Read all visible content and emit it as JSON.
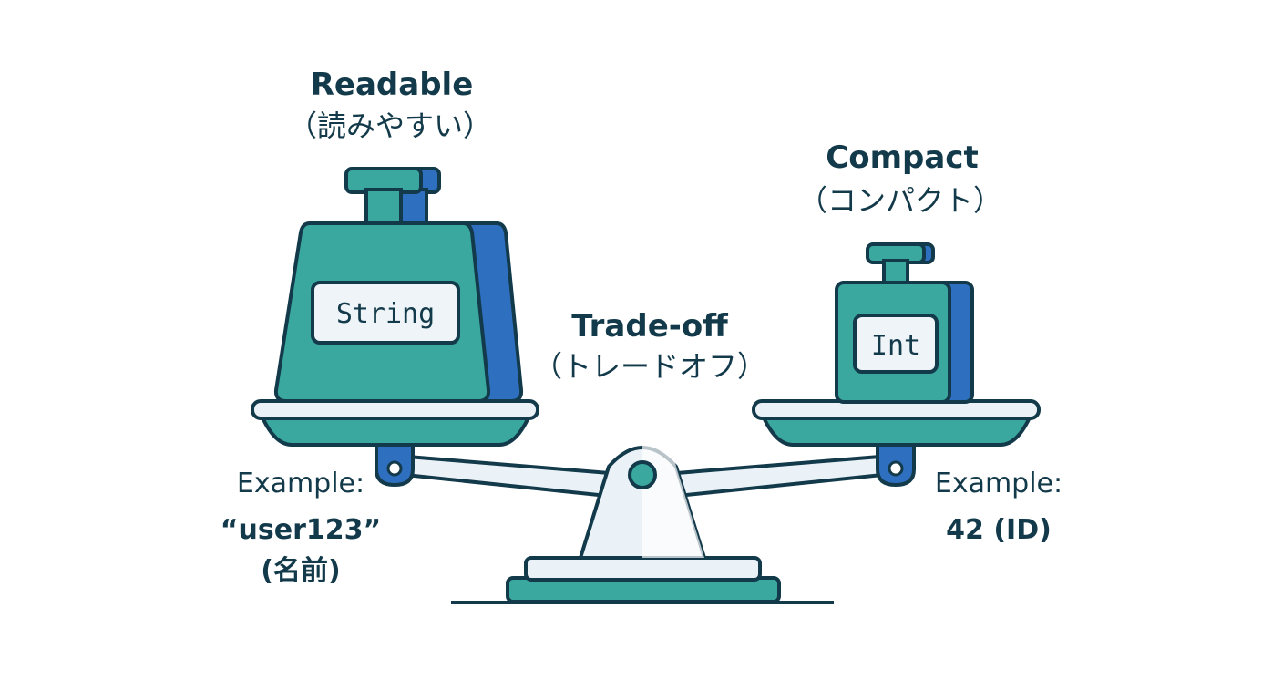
{
  "left": {
    "title": "Readable",
    "subtitle": "（読みやすい）",
    "weight_label": "String",
    "example_label": "Example:",
    "example_value": "“user123”",
    "example_note": "(名前)"
  },
  "right": {
    "title": "Compact",
    "subtitle": "（コンパクト）",
    "weight_label": "Int",
    "example_label": "Example:",
    "example_value": "42 (ID)"
  },
  "center": {
    "title": "Trade-off",
    "subtitle": "（トレードオフ）"
  },
  "colors": {
    "teal": "#3aa89f",
    "blue": "#2f6fbf",
    "outline": "#133a4a",
    "light": "#eaf2f8"
  }
}
